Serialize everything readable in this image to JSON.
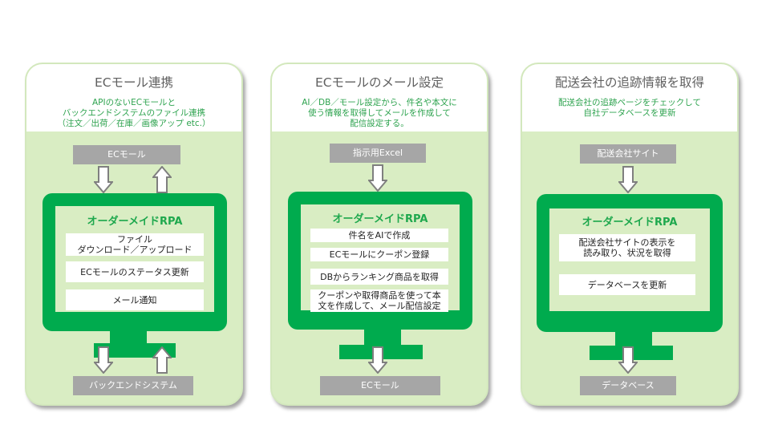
{
  "colors": {
    "card_bg": "#d9edc3",
    "monitor": "#00ab4e",
    "accent_text": "#2ea34f",
    "gray_box": "#a6a6a6"
  },
  "cards": [
    {
      "title": "ECモール連携",
      "description": "APIのないECモールと\nバックエンドシステムのファイル連携\n（注文／出荷／在庫／画像アップ etc.）",
      "top_box": "ECモール",
      "rpa_title": "オーダーメイドRPA",
      "tasks": [
        "ファイル\nダウンロード／アップロード",
        "ECモールのステータス更新",
        "メール通知"
      ],
      "bottom_box": "バックエンドシステム",
      "arrows_top": [
        "down",
        "up"
      ],
      "arrows_bottom": [
        "down",
        "up"
      ]
    },
    {
      "title": "ECモールのメール設定",
      "description": "AI／DB／モール設定から、件名や本文に\n使う情報を取得してメールを作成して\n配信設定する。",
      "top_box": "指示用Excel",
      "rpa_title": "オーダーメイドRPA",
      "tasks": [
        "件名をAIで作成",
        "ECモールにクーポン登録",
        "DBからランキング商品を取得",
        "クーポンや取得商品を使って本\n文を作成して、メール配信設定"
      ],
      "bottom_box": "ECモール",
      "arrows_top": [
        "down"
      ],
      "arrows_bottom": [
        "down"
      ]
    },
    {
      "title": "配送会社の追跡情報を取得",
      "description": "配送会社の追跡ページをチェックして\n自社データベースを更新",
      "top_box": "配送会社サイト",
      "rpa_title": "オーダーメイドRPA",
      "tasks": [
        "配送会社サイトの表示を\n読み取り、状況を取得",
        "データベースを更新"
      ],
      "bottom_box": "データベース",
      "arrows_top": [
        "down"
      ],
      "arrows_bottom": [
        "down"
      ]
    }
  ]
}
